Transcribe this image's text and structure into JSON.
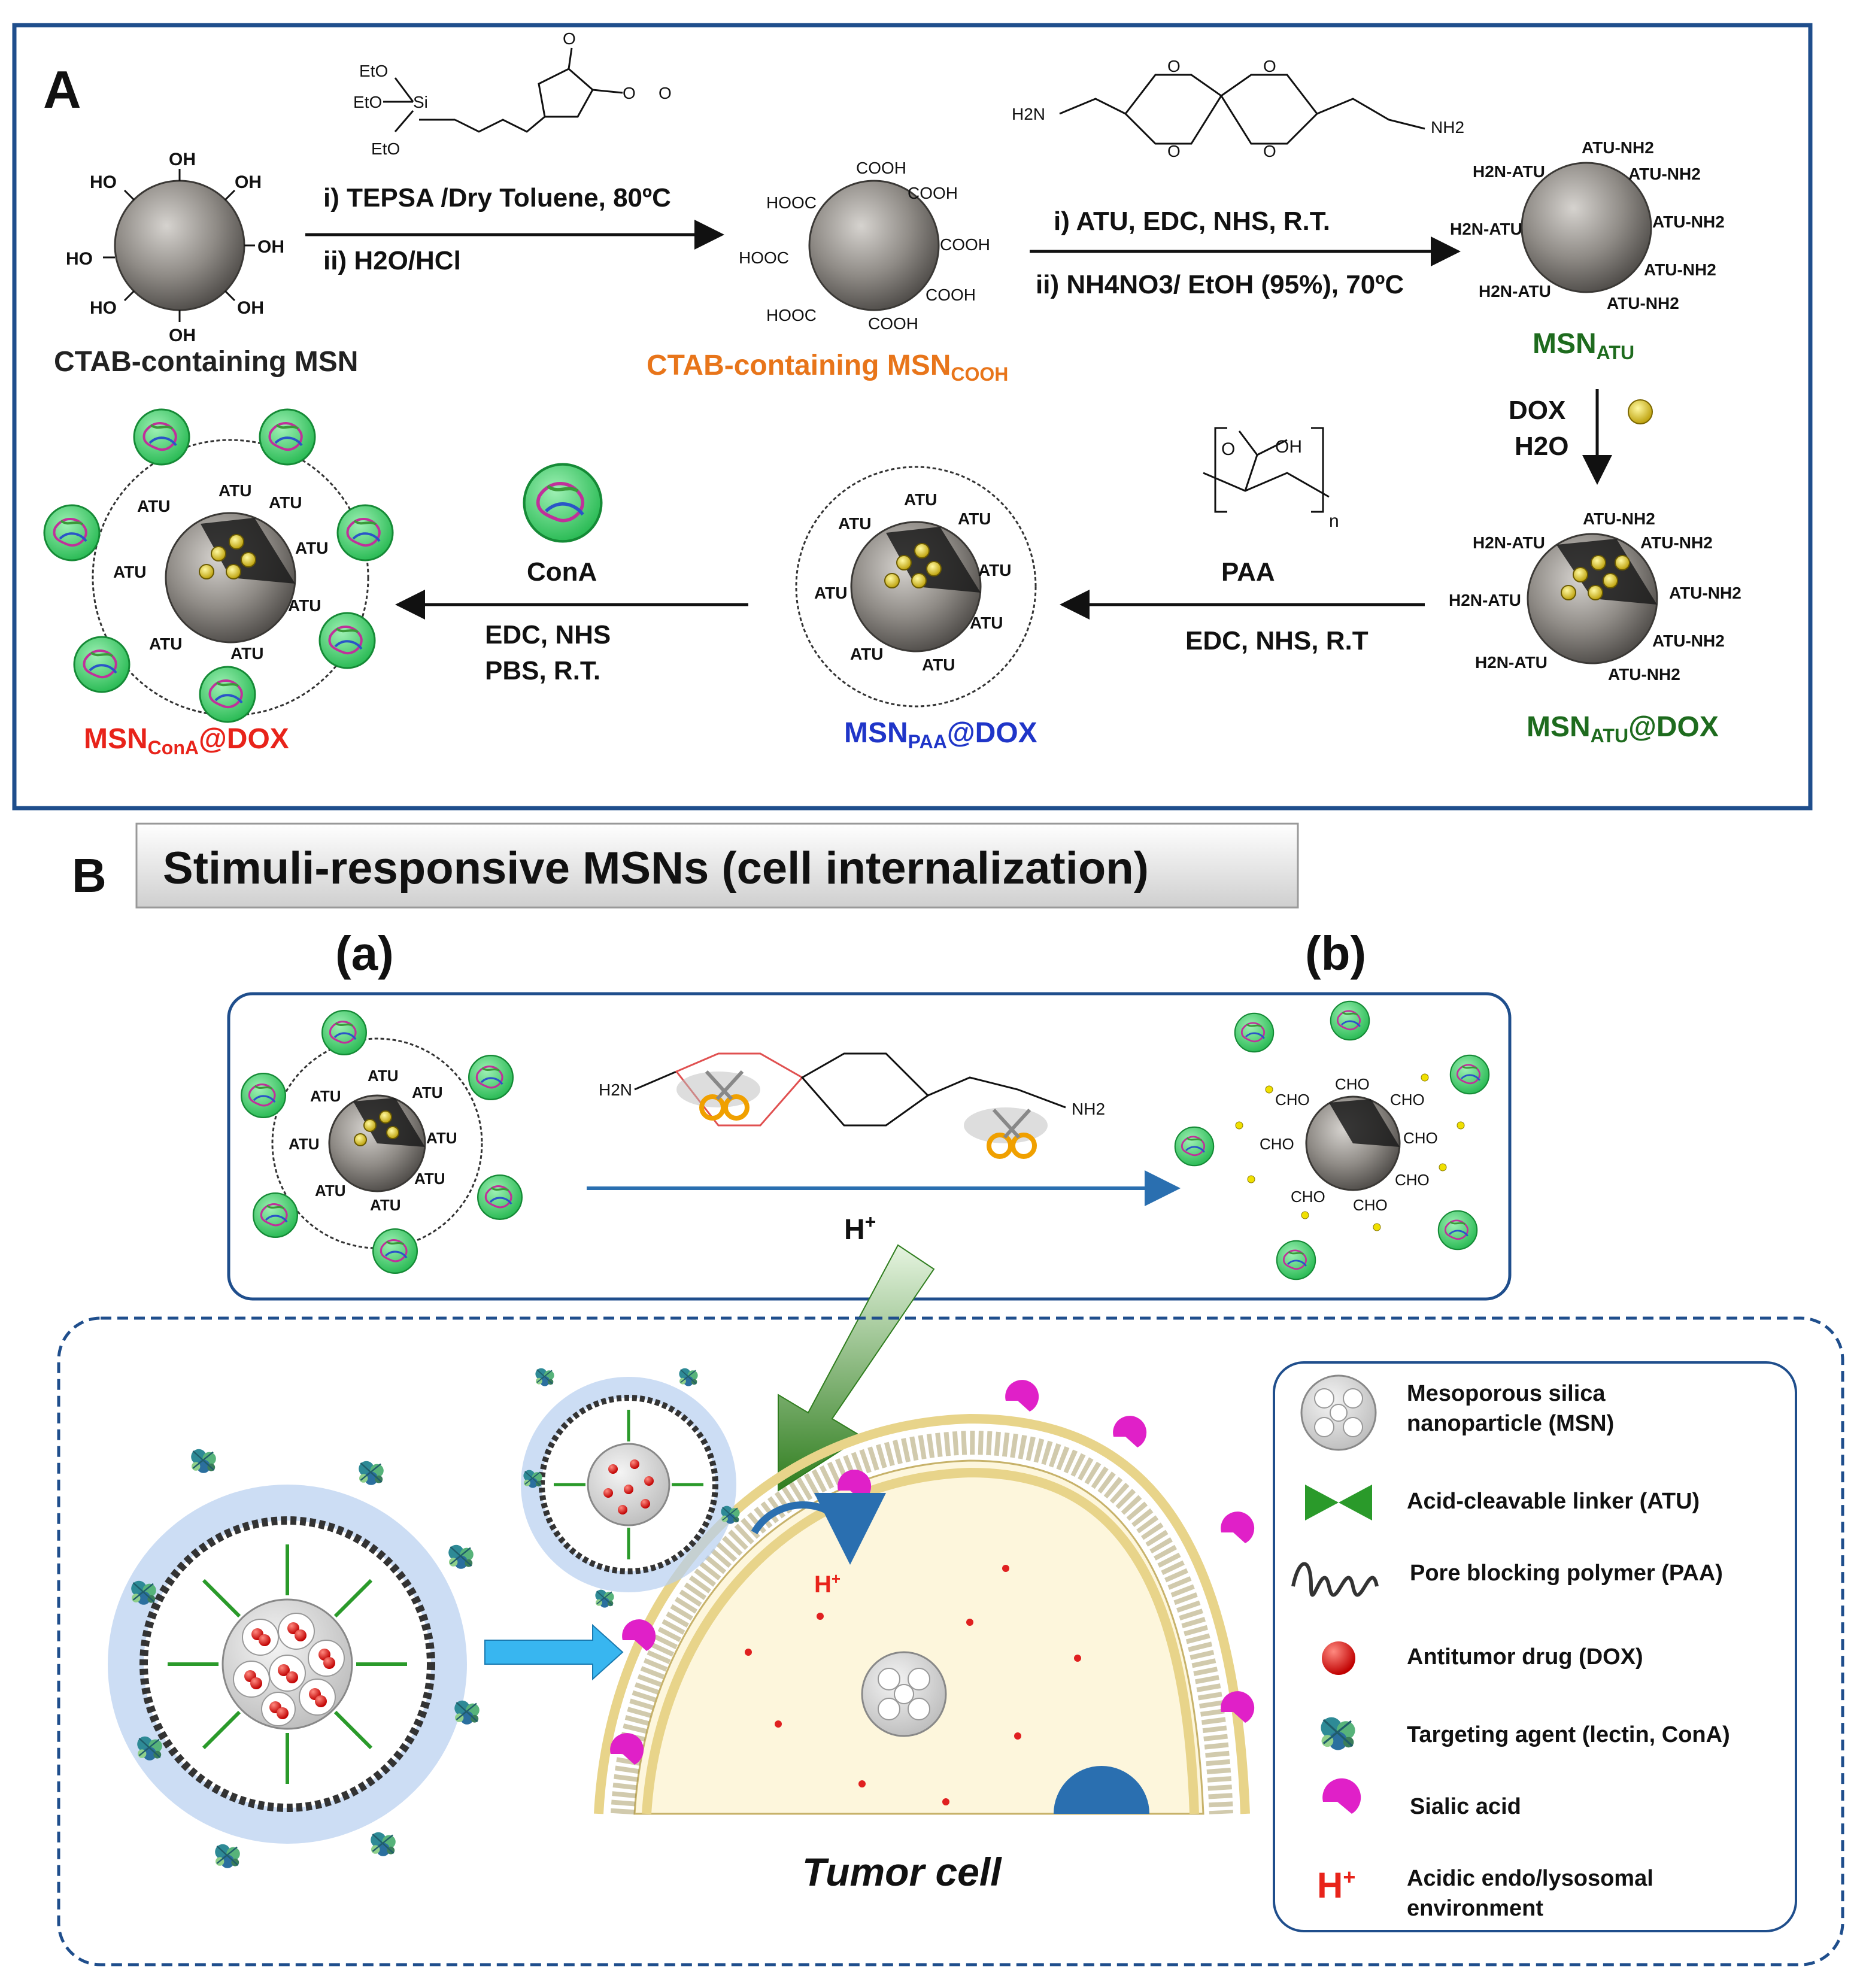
{
  "panel_a": {
    "label": "A",
    "step1": {
      "line1": "i) TEPSA /Dry Toluene, 80ºC",
      "line2": "ii) H2O/HCl"
    },
    "step2": {
      "line1": "i) ATU, EDC, NHS, R.T.",
      "line2": "ii) NH4NO3/ EtOH (95%), 70ºC"
    },
    "step3": {
      "line1": "DOX",
      "line2": "H2O"
    },
    "step4": {
      "reagent": "PAA",
      "conditions": "EDC, NHS, R.T",
      "polymer_n": "n"
    },
    "step5": {
      "reagent": "ConA",
      "line1": "EDC, NHS",
      "line2": "PBS, R.T."
    },
    "tepsa": {
      "eto1": "EtO",
      "eto2": "EtO",
      "eto3": "EtO",
      "si": "Si"
    },
    "linker": {
      "left": "H2N",
      "right": "NH2"
    },
    "paa_oh": "OH",
    "products": {
      "msn": "CTAB-containing MSN",
      "msn_cooh": "CTAB-containing MSN",
      "msn_cooh_sub": "COOH",
      "msn_atu": "MSN",
      "msn_atu_sub": "ATU",
      "msn_atu_dox": "MSN",
      "msn_atu_dox_sub": "ATU",
      "msn_atu_dox_suffix": "@DOX",
      "msn_paa_dox": "MSN",
      "msn_paa_dox_sub": "PAA",
      "msn_paa_dox_suffix": "@DOX",
      "msn_cona_dox": "MSN",
      "msn_cona_dox_sub": "ConA",
      "msn_cona_dox_suffix": "@DOX"
    },
    "groups": {
      "oh": "OH",
      "ho": "HO",
      "cooh": "COOH",
      "hooc": "HOOC",
      "atu_nh2": "ATU-NH2",
      "h2n_atu": "H2N-ATU",
      "atu": "ATU"
    }
  },
  "panel_b": {
    "label": "B",
    "title": "Stimuli-responsive MSNs (cell internalization)",
    "sub_a": "(a)",
    "sub_b": "(b)",
    "trigger": "H+",
    "linker": {
      "left": "H2N",
      "right": "NH2"
    },
    "cho": "CHO",
    "cell_label": "Tumor cell",
    "h_plus": "H+"
  },
  "legend": [
    {
      "icon": "msn",
      "line1": "Mesoporous silica",
      "line2": "nanoparticle (MSN)"
    },
    {
      "icon": "linker",
      "line1": "Acid-cleavable linker (ATU)",
      "line2": ""
    },
    {
      "icon": "polymer",
      "line1": "Pore blocking polymer (PAA)",
      "line2": ""
    },
    {
      "icon": "drug",
      "line1": "Antitumor drug (DOX)",
      "line2": ""
    },
    {
      "icon": "cona",
      "line1": "Targeting agent (lectin, ConA)",
      "line2": ""
    },
    {
      "icon": "sialic",
      "line1": "Sialic acid",
      "line2": ""
    },
    {
      "icon": "h",
      "line1": "Acidic endo/lysosomal",
      "line2": "environment"
    }
  ],
  "colors": {
    "frame_blue": "#1f4e8c",
    "orange": "#e8751a",
    "green_dark": "#1e6b1e",
    "blue_label": "#1f35c8",
    "red_label": "#e8231a",
    "cona_green": "#3ad06a",
    "arrow_blue": "#2a6fb0",
    "cell_fill": "#fdf6dc",
    "lipid": "#f2e3a2",
    "magenta": "#e020c8"
  }
}
